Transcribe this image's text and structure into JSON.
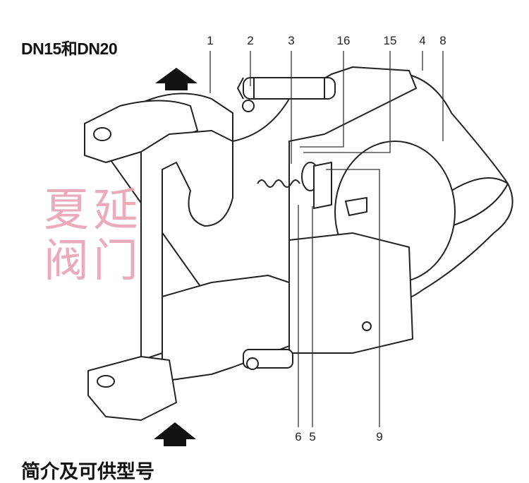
{
  "title": "DN15和DN20",
  "section_heading": "简介及可供型号",
  "watermark": {
    "line1": "夏延",
    "line2": "阀门",
    "color": "#e9a3b4"
  },
  "callouts_top": [
    "1",
    "2",
    "3",
    "16",
    "15",
    "4",
    "8"
  ],
  "callouts_bottom": [
    "6",
    "5",
    "9"
  ],
  "flow_arrows": [
    "flow-arrow-up-top",
    "flow-arrow-up-bottom"
  ]
}
